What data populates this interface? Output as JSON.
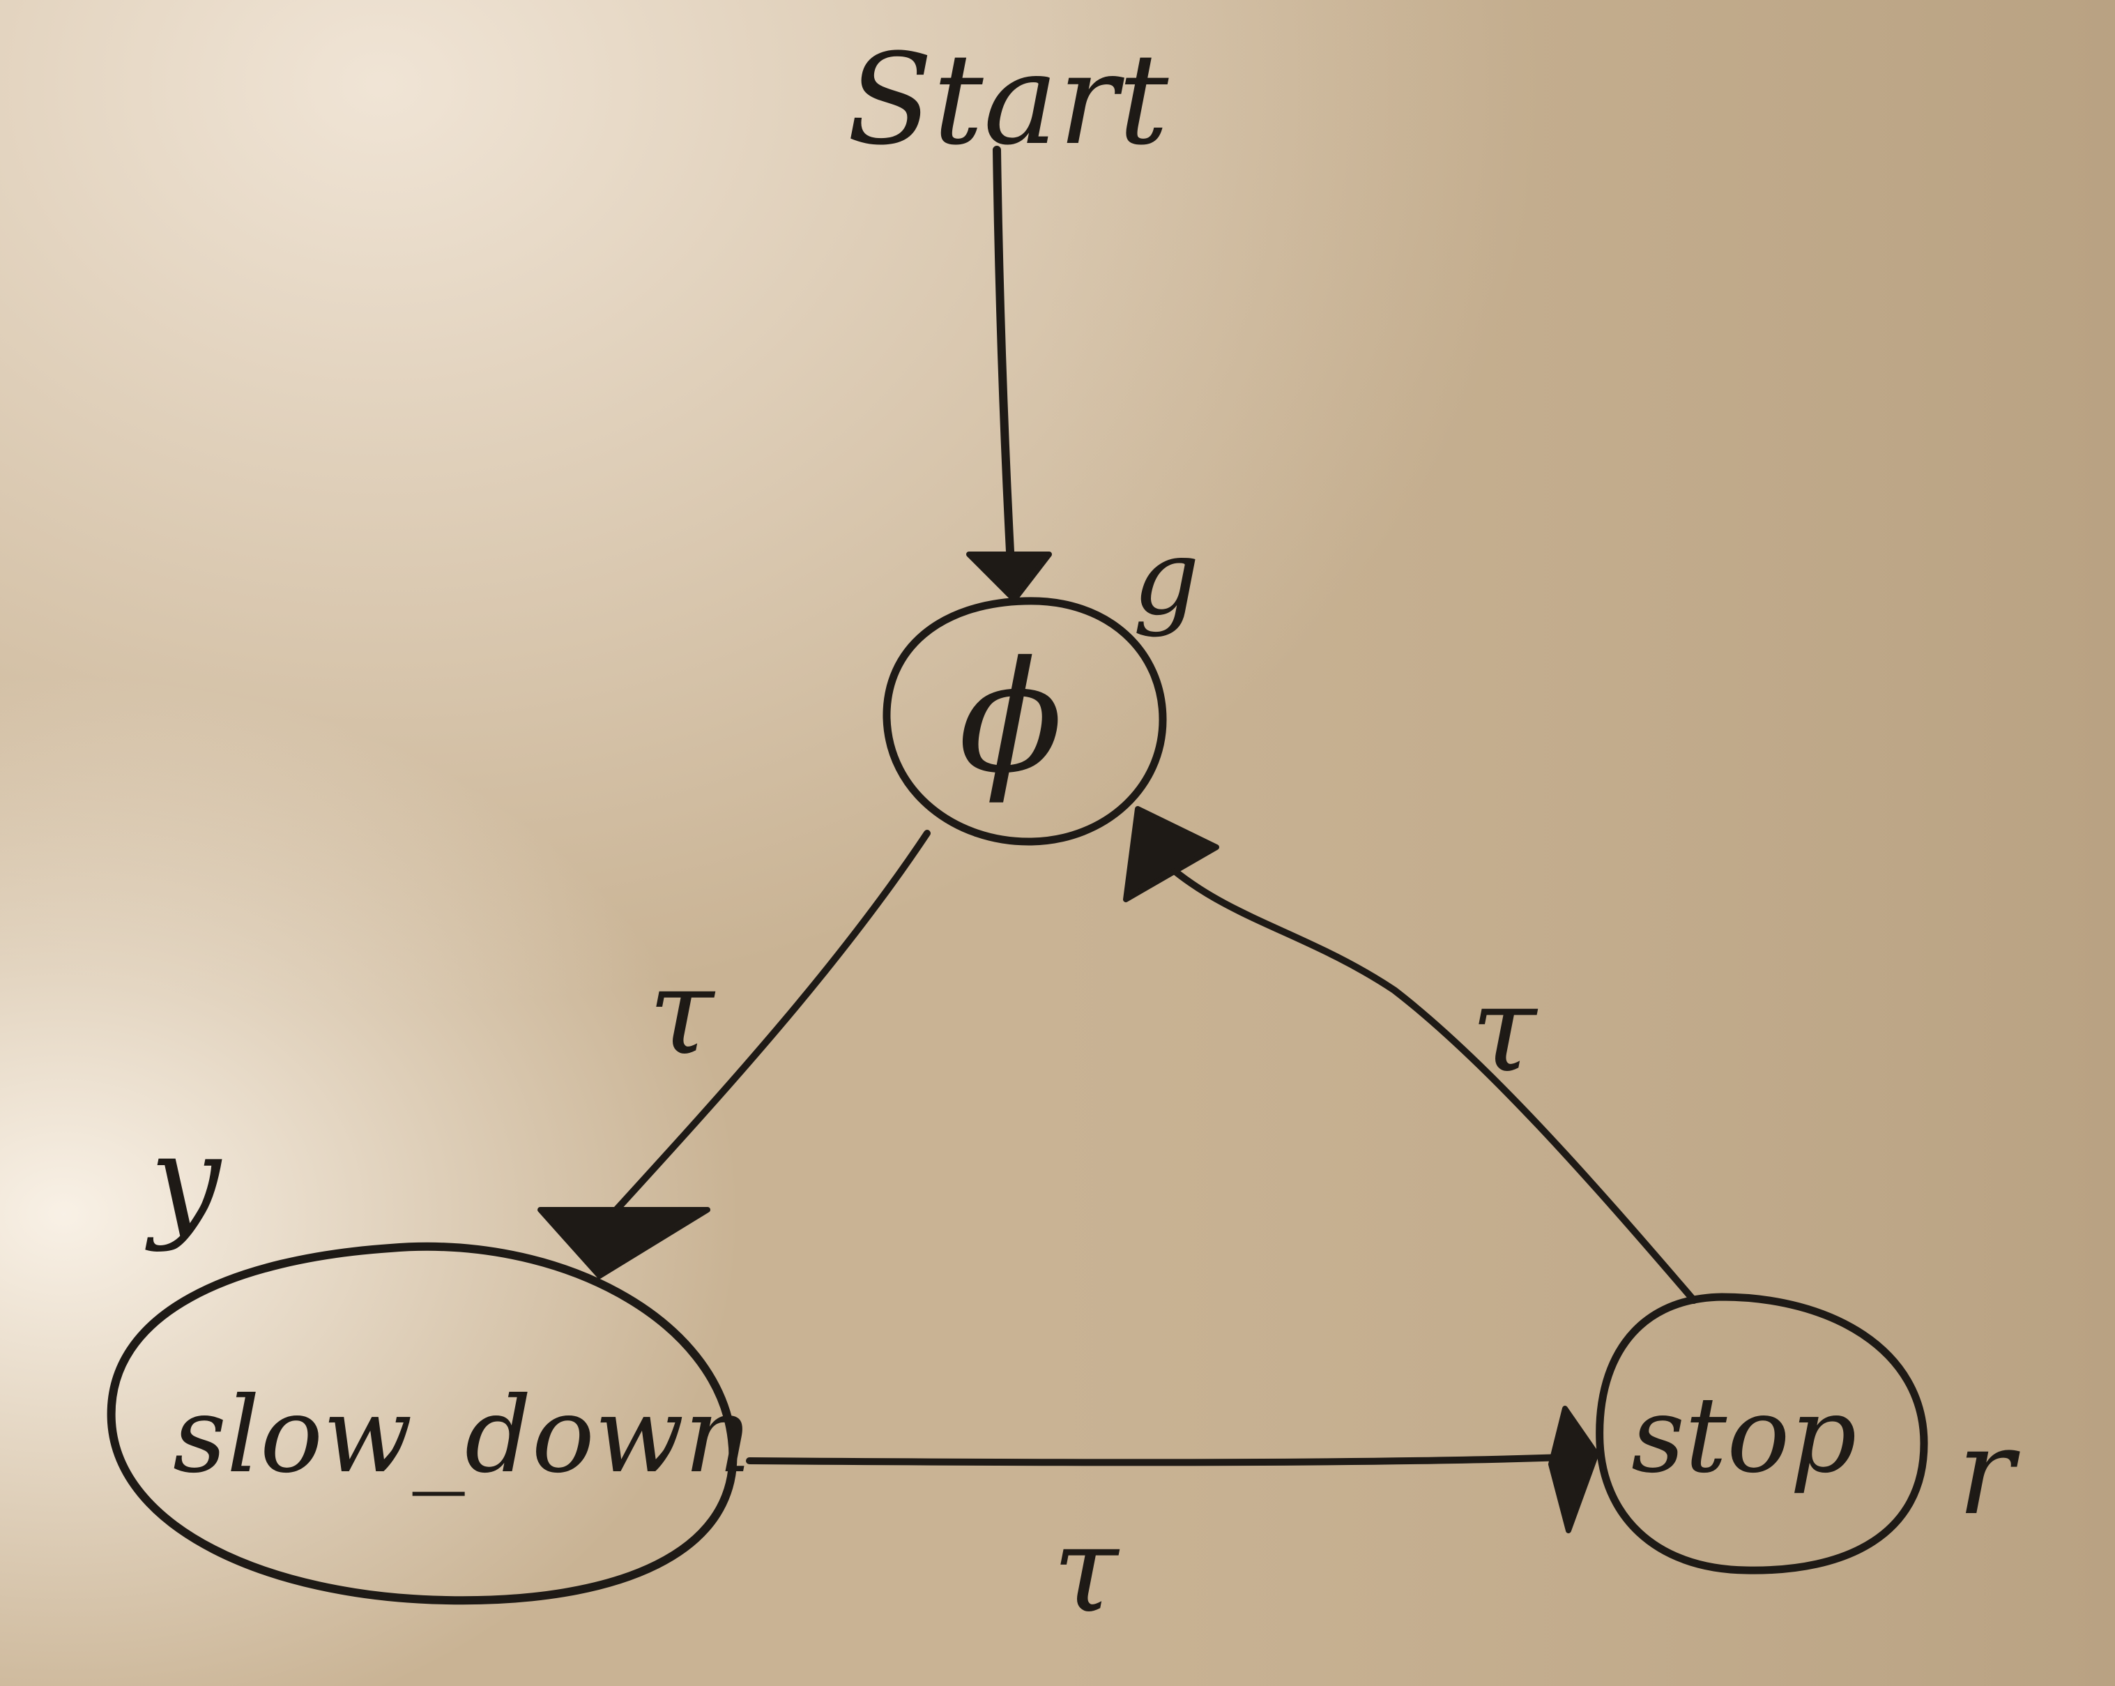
{
  "diagram": {
    "type": "state-transition",
    "start_label": "Start",
    "states": [
      {
        "id": "s0",
        "label": "ϕ",
        "output": "g"
      },
      {
        "id": "s1",
        "label": "slow_down",
        "output": "y"
      },
      {
        "id": "s2",
        "label": "stop",
        "output": "r"
      }
    ],
    "transitions": [
      {
        "from": "s0",
        "to": "s1",
        "label": "τ"
      },
      {
        "from": "s1",
        "to": "s2",
        "label": "τ"
      },
      {
        "from": "s2",
        "to": "s0",
        "label": "τ"
      }
    ]
  },
  "colors": {
    "paper": "#c9b394",
    "paper_highlight": "#eee2d2",
    "ink": "#1e1a16"
  }
}
